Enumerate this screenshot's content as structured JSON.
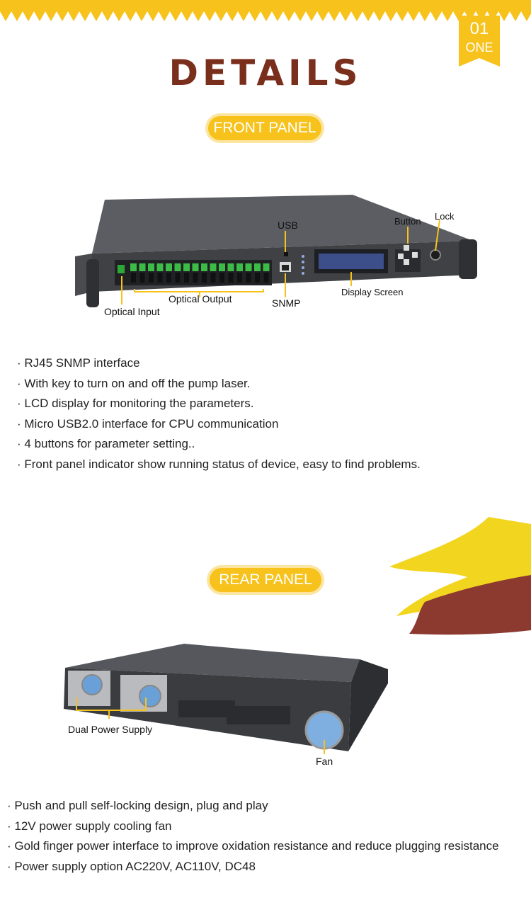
{
  "badge": {
    "number": "01",
    "word": "ONE"
  },
  "title": "DETAILS",
  "front": {
    "heading": "FRONT PANEL",
    "callouts": {
      "usb": "USB",
      "button": "Button",
      "lock": "Lock",
      "optical_input": "Optical Input",
      "optical_output": "Optical Output",
      "snmp": "SNMP",
      "display_screen": "Display Screen"
    },
    "features": [
      "RJ45 SNMP interface",
      "With key to turn on and off the pump laser.",
      "LCD display for monitoring the parameters.",
      "Micro USB2.0 interface for CPU communication",
      "4 buttons for parameter setting..",
      "Front panel indicator show running status of device, easy to find problems."
    ]
  },
  "rear": {
    "heading": "REAR PANEL",
    "callouts": {
      "dual_power_supply": "Dual Power Supply",
      "fan": "Fan"
    },
    "features": [
      "Push and pull self-locking design, plug and play",
      "12V power supply cooling fan",
      "Gold finger power interface to improve oxidation resistance and reduce plugging resistance",
      "Power supply option AC220V, AC110V, DC48"
    ]
  },
  "colors": {
    "accent_yellow": "#f6c21b",
    "title_brown": "#7a2e1c",
    "brush_red": "#8c3a30"
  }
}
